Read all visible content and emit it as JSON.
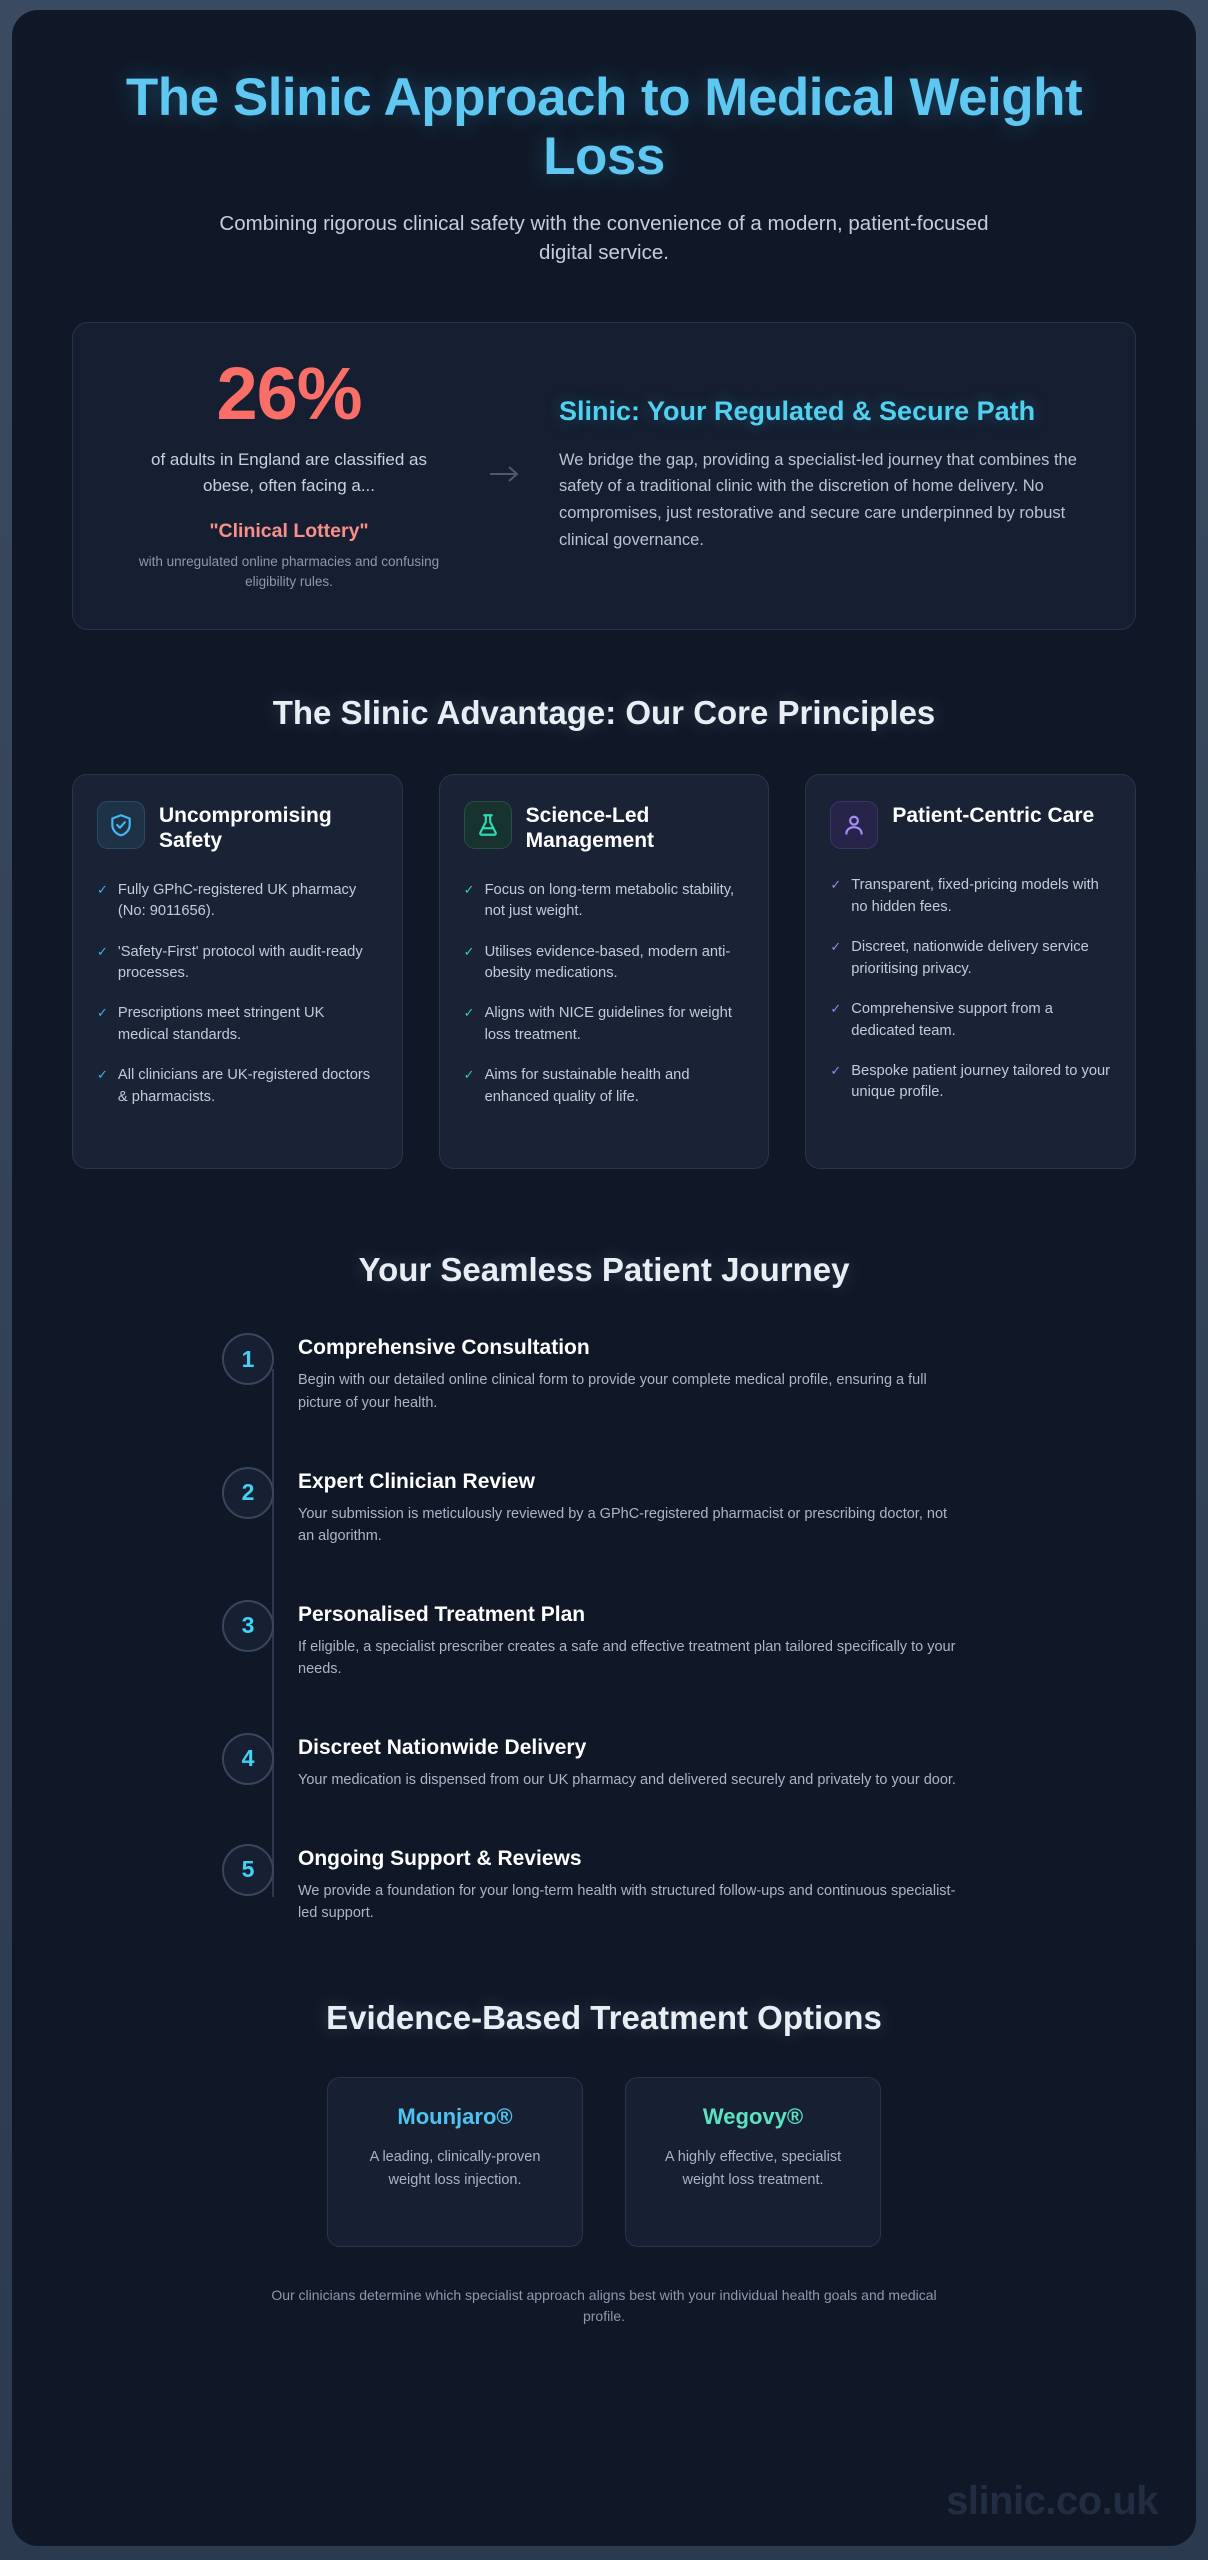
{
  "header": {
    "title": "The Slinic Approach to Medical Weight Loss",
    "subtitle": "Combining rigorous clinical safety with the convenience of a modern, patient-focused digital service."
  },
  "stat_card": {
    "number": "26%",
    "description": "of adults in England are classified as obese, often facing a...",
    "highlight": "\"Clinical Lottery\"",
    "sub": "with unregulated online pharmacies and confusing eligibility rules.",
    "arrow_icon": "arrow-right-icon",
    "right_title": "Slinic: Your Regulated & Secure Path",
    "right_body": "We bridge the gap, providing a specialist-led journey that combines the safety of a traditional clinic with the discretion of home delivery. No compromises, just restorative and secure care underpinned by robust clinical governance."
  },
  "principles": {
    "title": "The Slinic Advantage: Our Core Principles",
    "cards": [
      {
        "icon": "shield-check-icon",
        "accent": "#45b6f0",
        "title": "Uncompromising Safety",
        "items": [
          "Fully GPhC-registered UK pharmacy (No: 9011656).",
          "'Safety-First' protocol with audit-ready processes.",
          "Prescriptions meet stringent UK medical standards.",
          "All clinicians are UK-registered doctors & pharmacists."
        ]
      },
      {
        "icon": "flask-icon",
        "accent": "#30d8b0",
        "title": "Science-Led Management",
        "items": [
          "Focus on long-term metabolic stability, not just weight.",
          "Utilises evidence-based, modern anti-obesity medications.",
          "Aligns with NICE guidelines for weight loss treatment.",
          "Aims for sustainable health and enhanced quality of life."
        ]
      },
      {
        "icon": "user-icon",
        "accent": "#a78df5",
        "title": "Patient-Centric Care",
        "items": [
          "Transparent, fixed-pricing models with no hidden fees.",
          "Discreet, nationwide delivery service prioritising privacy.",
          "Comprehensive support from a dedicated team.",
          "Bespoke patient journey tailored to your unique profile."
        ]
      }
    ]
  },
  "journey": {
    "title": "Your Seamless Patient Journey",
    "steps": [
      {
        "number": "1",
        "title": "Comprehensive Consultation",
        "desc": "Begin with our detailed online clinical form to provide your complete medical profile, ensuring a full picture of your health."
      },
      {
        "number": "2",
        "title": "Expert Clinician Review",
        "desc": "Your submission is meticulously reviewed by a GPhC-registered pharmacist or prescribing doctor, not an algorithm."
      },
      {
        "number": "3",
        "title": "Personalised Treatment Plan",
        "desc": "If eligible, a specialist prescriber creates a safe and effective treatment plan tailored specifically to your needs."
      },
      {
        "number": "4",
        "title": "Discreet Nationwide Delivery",
        "desc": "Your medication is dispensed from our UK pharmacy and delivered securely and privately to your door."
      },
      {
        "number": "5",
        "title": "Ongoing Support & Reviews",
        "desc": "We provide a foundation for your long-term health with structured follow-ups and continuous specialist-led support."
      }
    ]
  },
  "treatments": {
    "title": "Evidence-Based Treatment Options",
    "cards": [
      {
        "name": "Mounjaro®",
        "color": "#4fc3f0",
        "desc": "A leading, clinically-proven weight loss injection."
      },
      {
        "name": "Wegovy®",
        "color": "#5ae3c0",
        "desc": "A highly effective, specialist weight loss treatment."
      }
    ],
    "note": "Our clinicians determine which specialist approach aligns best with your individual health goals and medical profile."
  },
  "watermark": "slinic.co.uk",
  "theme": {
    "background": "#101827",
    "accent_blue": "#5ec8f2",
    "accent_red": "#fa6e68",
    "card_bg": "#1a2336"
  }
}
